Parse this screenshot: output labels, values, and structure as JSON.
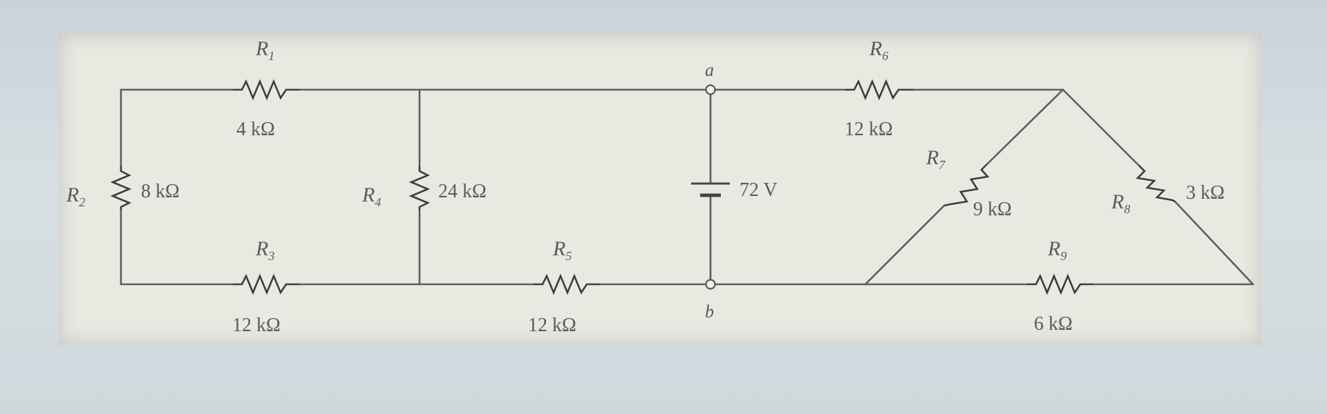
{
  "diagram": {
    "resistors": [
      {
        "id": "r1",
        "name": "R",
        "sub": "1",
        "value": "4 kΩ"
      },
      {
        "id": "r2",
        "name": "R",
        "sub": "2",
        "value": "8 kΩ"
      },
      {
        "id": "r3",
        "name": "R",
        "sub": "3",
        "value": "12 kΩ"
      },
      {
        "id": "r4",
        "name": "R",
        "sub": "4",
        "value": "24 kΩ"
      },
      {
        "id": "r5",
        "name": "R",
        "sub": "5",
        "value": "12 kΩ"
      },
      {
        "id": "r6",
        "name": "R",
        "sub": "6",
        "value": "12 kΩ"
      },
      {
        "id": "r7",
        "name": "R",
        "sub": "7",
        "value": "9 kΩ"
      },
      {
        "id": "r8",
        "name": "R",
        "sub": "8",
        "value": "3 kΩ"
      },
      {
        "id": "r9",
        "name": "R",
        "sub": "9",
        "value": "6 kΩ"
      }
    ],
    "source": {
      "value": "72 V"
    },
    "nodes": {
      "a": "a",
      "b": "b"
    }
  }
}
